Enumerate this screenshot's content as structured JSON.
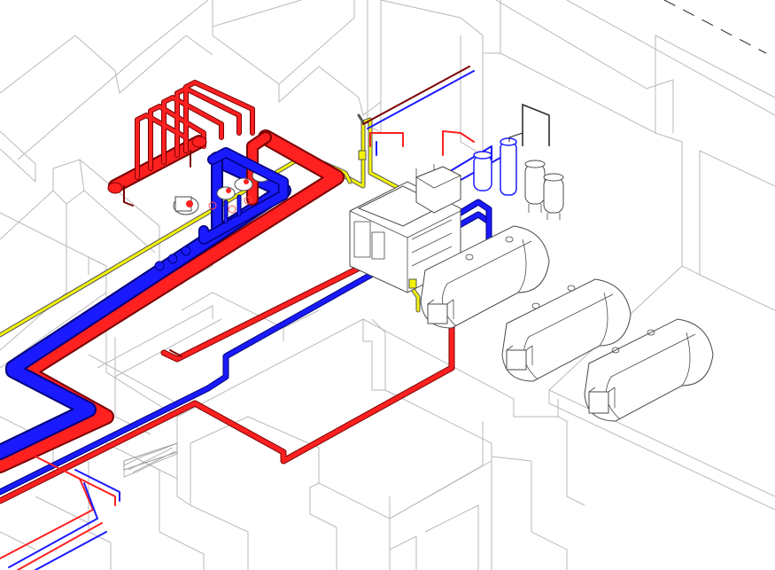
{
  "colors": {
    "background": "#ffffff",
    "walls": "#b9b9b9",
    "supply_pipe": "#ff2020",
    "return_pipe": "#1a1aff",
    "gas_pipe": "#f2f20a",
    "equipment_outline": "#4a4a4a"
  },
  "layers": {
    "walls": "walls-icon",
    "supply": "hot-supply-pipe-icon",
    "return": "cold-return-pipe-icon",
    "gas": "gas-line-icon",
    "boilers": "boiler-icon",
    "expansion_tanks": "expansion-tank-icon",
    "control_panel": "control-cabinet-icon"
  },
  "equipment_counts": {
    "boilers": 3,
    "expansion_tanks": 4,
    "pumps": 4
  }
}
